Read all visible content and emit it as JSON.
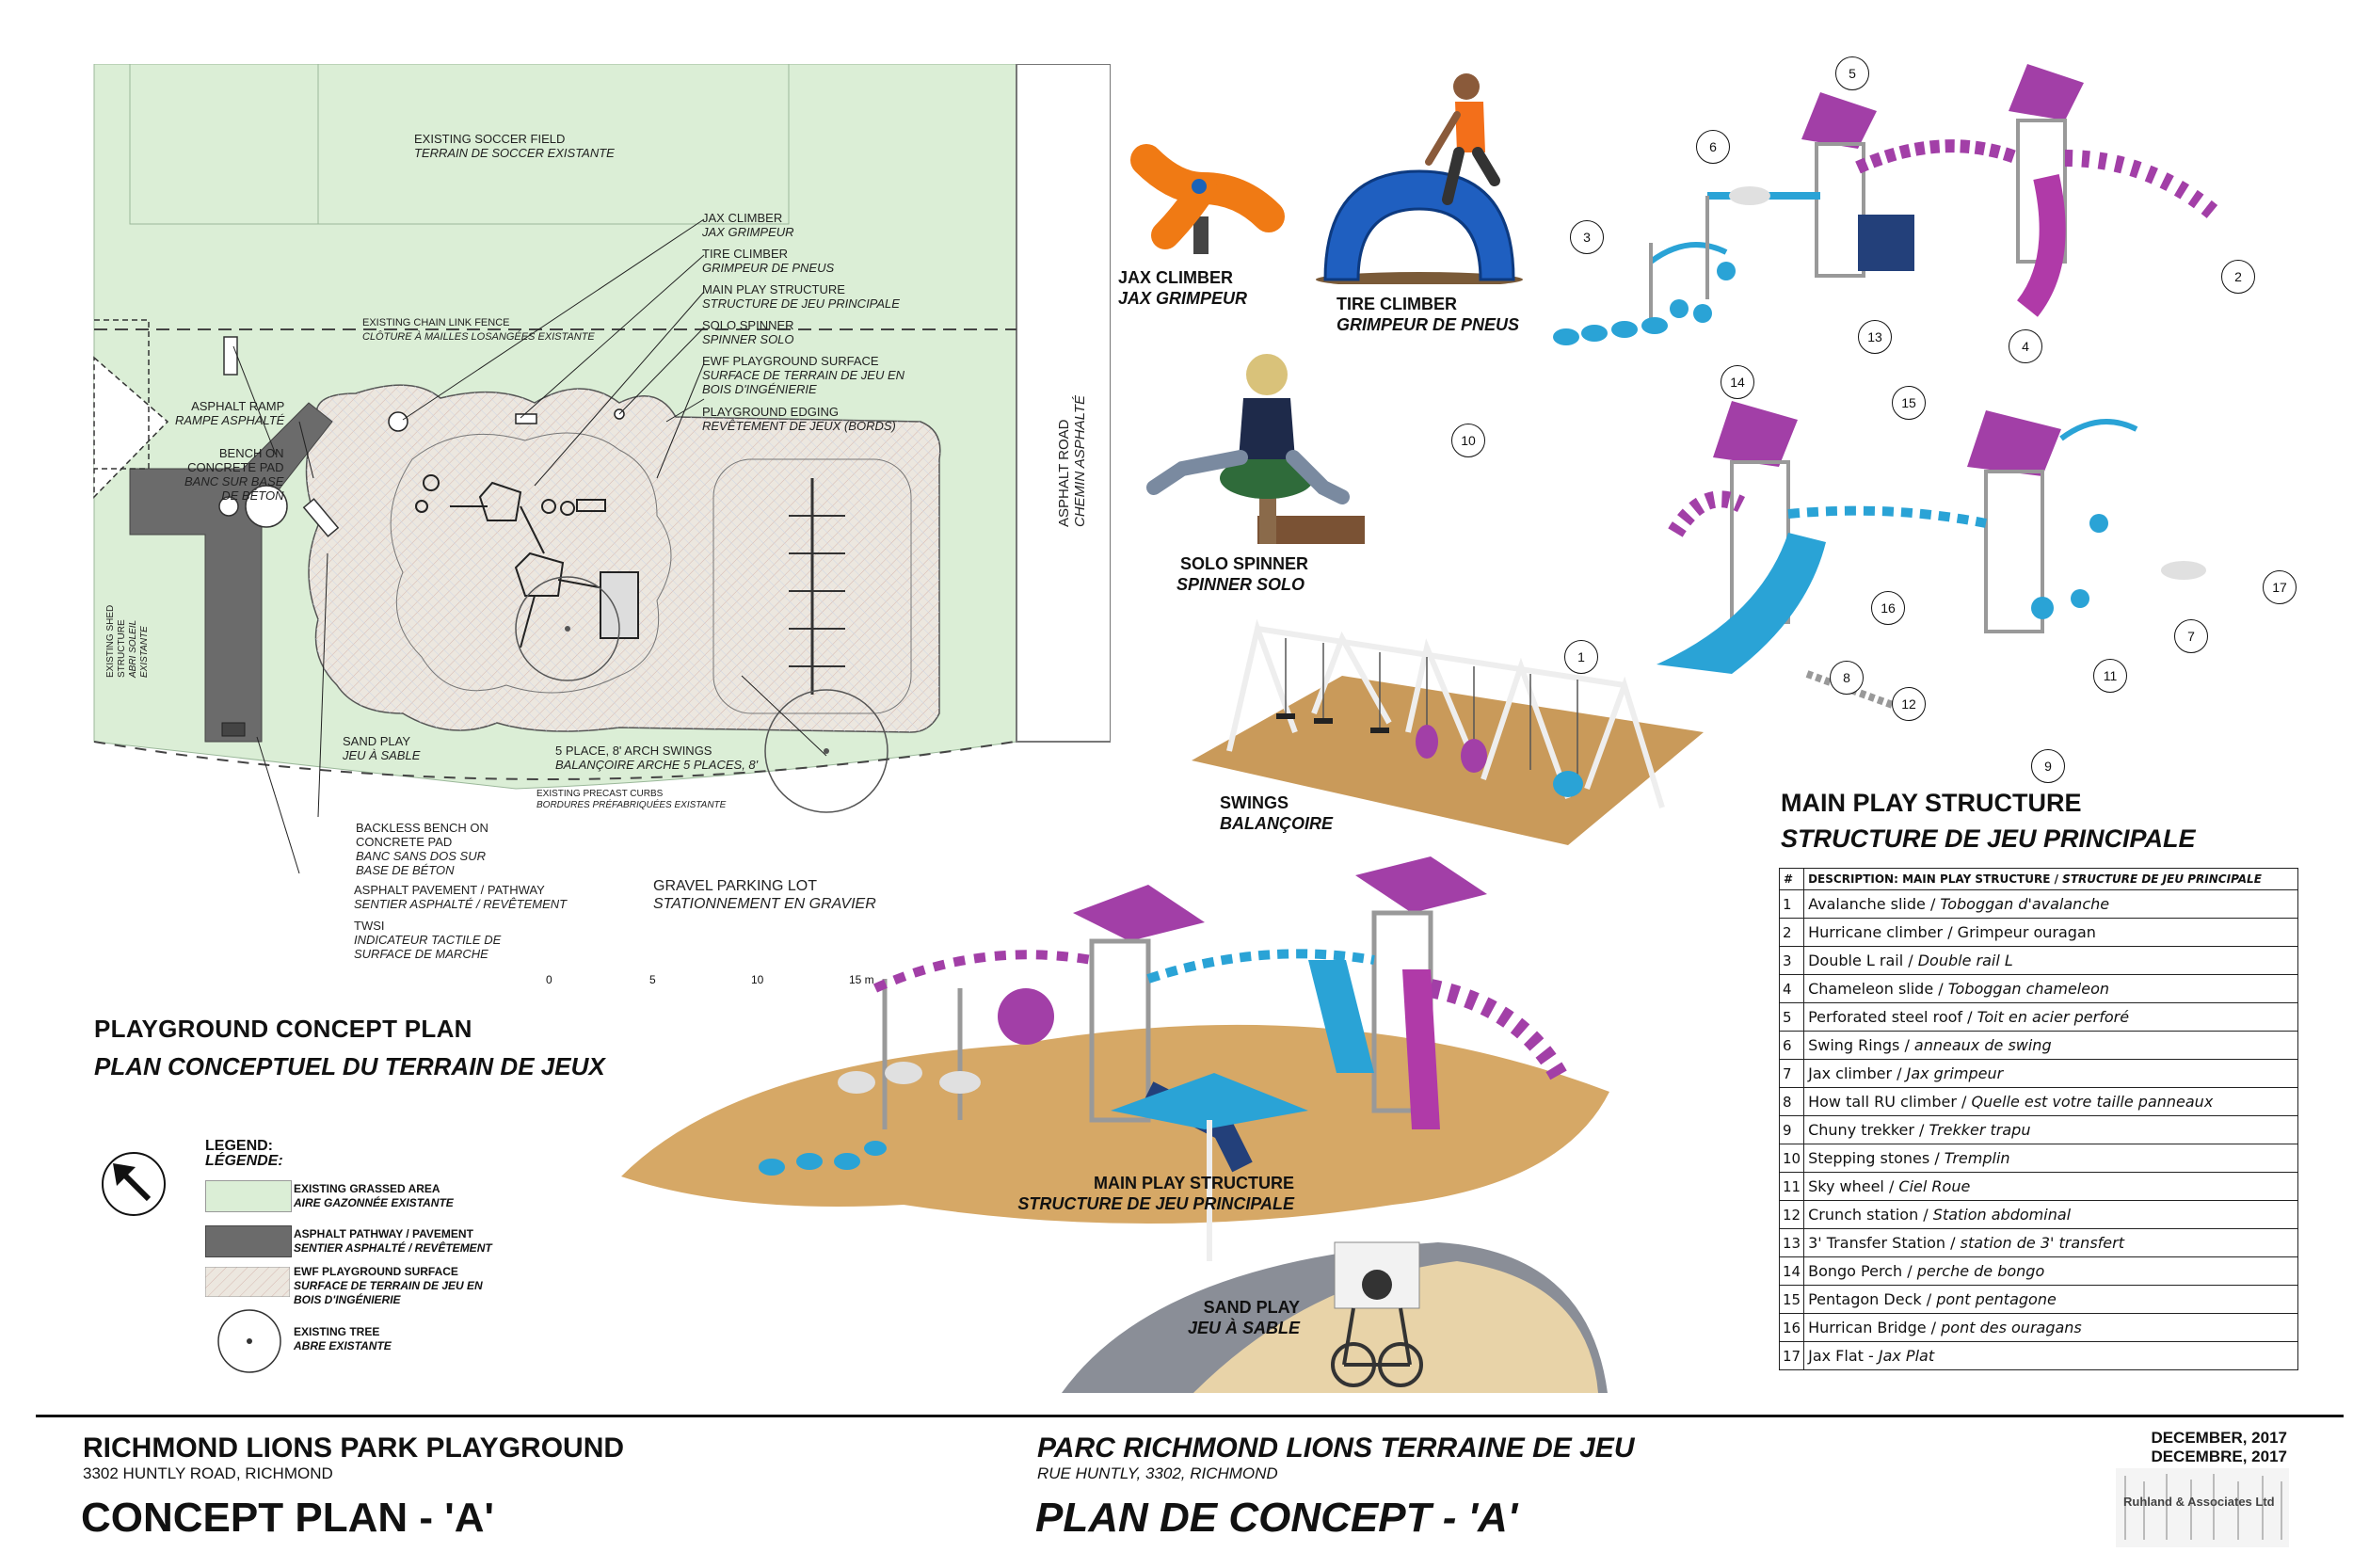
{
  "site_plan": {
    "soccer_field": {
      "en": "EXISTING SOCCER FIELD",
      "fr": "TERRAIN DE SOCCER EXISTANTE"
    },
    "chain_link_fence": {
      "en": "EXISTING CHAIN LINK FENCE",
      "fr": "CLÔTURE À MAILLES LOSANGÉES EXISTANTE"
    },
    "jax_climber": {
      "en": "JAX CLIMBER",
      "fr": "JAX GRIMPEUR"
    },
    "tire_climber": {
      "en": "TIRE CLIMBER",
      "fr": "GRIMPEUR DE PNEUS"
    },
    "main_play_structure": {
      "en": "MAIN PLAY STRUCTURE",
      "fr": "STRUCTURE DE JEU PRINCIPALE"
    },
    "solo_spinner": {
      "en": "SOLO SPINNER",
      "fr": "SPINNER SOLO"
    },
    "ewf_surface": {
      "en": "EWF PLAYGROUND SURFACE",
      "fr1": "SURFACE DE TERRAIN DE JEU EN",
      "fr2": "BOIS D'INGÉNIERIE"
    },
    "edging": {
      "en": "PLAYGROUND EDGING",
      "fr": "REVÊTEMENT DE JEUX (BORDS)"
    },
    "asphalt_ramp": {
      "en": "ASPHALT RAMP",
      "fr": "RAMPE ASPHALTÉ"
    },
    "bench": {
      "en1": "BENCH ON",
      "en2": "CONCRETE PAD",
      "fr1": "BANC SUR BASE",
      "fr2": "DE BÉTON"
    },
    "shed": {
      "en": "EXISTING SHED",
      "en2": "STRUCTURE",
      "fr": "ABRI SOLEIL",
      "fr2": "EXISTANTE"
    },
    "asphalt_road": {
      "en": "ASPHALT ROAD",
      "fr": "CHEMIN ASPHALTÉ"
    },
    "sand_play": {
      "en": "SAND PLAY",
      "fr": "JEU À SABLE"
    },
    "swings": {
      "en": "5 PLACE, 8' ARCH SWINGS",
      "fr": "BALANÇOIRE ARCHE 5 PLACES, 8'"
    },
    "precast_curbs": {
      "en": "EXISTING PRECAST CURBS",
      "fr": "BORDURES PRÉFABRIQUÉES EXISTANTE"
    },
    "backless_bench": {
      "en1": "BACKLESS BENCH ON",
      "en2": "CONCRETE PAD",
      "fr1": "BANC SANS DOS SUR",
      "fr2": "BASE DE BÉTON"
    },
    "gravel_lot": {
      "en": "GRAVEL PARKING LOT",
      "fr": "STATIONNEMENT EN GRAVIER"
    },
    "asphalt_pavement": {
      "en": "ASPHALT PAVEMENT / PATHWAY",
      "fr": "SENTIER ASPHALTÉ / REVÊTEMENT"
    },
    "twsi": {
      "en": "TWSI",
      "fr1": "INDICATEUR TACTILE DE",
      "fr2": "SURFACE DE MARCHE"
    },
    "scale": {
      "t0": "0",
      "t1": "5",
      "t2": "10",
      "t3": "15 m"
    }
  },
  "plan_title": {
    "en": "PLAYGROUND CONCEPT PLAN",
    "fr": "PLAN CONCEPTUEL DU TERRAIN DE JEUX"
  },
  "legend": {
    "title_en": "LEGEND:",
    "title_fr": "LÉGENDE:",
    "items": [
      {
        "en": "EXISTING GRASSED AREA",
        "fr": "AIRE GAZONNÉE EXISTANTE",
        "color": "#dbeed6"
      },
      {
        "en": "ASPHALT PATHWAY / PAVEMENT",
        "fr": "SENTIER ASPHALTÉ / REVÊTEMENT",
        "color": "#6b6b6b"
      },
      {
        "en": "EWF PLAYGROUND SURFACE",
        "fr": "SURFACE DE TERRAIN DE JEU EN",
        "fr2": "BOIS D'INGÉNIERIE",
        "color": "#e9e4dc"
      },
      {
        "en": "EXISTING TREE",
        "fr": "ABRE EXISTANTE"
      }
    ]
  },
  "components": {
    "jax": {
      "en": "JAX CLIMBER",
      "fr": "JAX GRIMPEUR"
    },
    "tire": {
      "en": "TIRE CLIMBER",
      "fr": "GRIMPEUR DE PNEUS"
    },
    "spinner": {
      "en": "SOLO SPINNER",
      "fr": "SPINNER SOLO"
    },
    "swings": {
      "en": "SWINGS",
      "fr": "BALANÇOIRE"
    },
    "main": {
      "en": "MAIN PLAY STRUCTURE",
      "fr": "STRUCTURE DE JEU PRINCIPALE"
    },
    "sand": {
      "en": "SAND PLAY",
      "fr": "JEU À SABLE"
    }
  },
  "structure_heading": {
    "en": "MAIN PLAY STRUCTURE",
    "fr": "STRUCTURE DE JEU PRINCIPALE"
  },
  "callouts": [
    "1",
    "2",
    "3",
    "4",
    "5",
    "6",
    "7",
    "8",
    "9",
    "10",
    "11",
    "12",
    "13",
    "14",
    "15",
    "16",
    "17"
  ],
  "table": {
    "head_num": "#",
    "head_desc": "DESCRIPTION: MAIN PLAY STRUCTURE / ",
    "head_desc_fr": "STRUCTURE DE JEU PRINCIPALE",
    "rows": [
      {
        "n": "1",
        "en": "Avalanche slide / ",
        "fr": "Toboggan d'avalanche"
      },
      {
        "n": "2",
        "en": "Hurricane climber / Grimpeur ouragan",
        "fr": ""
      },
      {
        "n": "3",
        "en": "Double L rail  / ",
        "fr": "Double rail L"
      },
      {
        "n": "4",
        "en": "Chameleon slide / ",
        "fr": "Toboggan chameleon"
      },
      {
        "n": "5",
        "en": "Perforated steel roof / ",
        "fr": "Toit en acier perforé"
      },
      {
        "n": "6",
        "en": "Swing Rings / ",
        "fr": "anneaux de swing"
      },
      {
        "n": "7",
        "en": "Jax climber / ",
        "fr": "Jax grimpeur"
      },
      {
        "n": "8",
        "en": "How tall RU climber / ",
        "fr": "Quelle est votre taille panneaux"
      },
      {
        "n": "9",
        "en": "Chuny trekker / ",
        "fr": "Trekker trapu"
      },
      {
        "n": "10",
        "en": "Stepping stones / ",
        "fr": "Tremplin"
      },
      {
        "n": "11",
        "en": "Sky wheel / ",
        "fr": "Ciel Roue"
      },
      {
        "n": "12",
        "en": "Crunch station / ",
        "fr": "Station abdominal"
      },
      {
        "n": "13",
        "en": "3' Transfer Station / ",
        "fr": "station de 3' transfert"
      },
      {
        "n": "14",
        "en": "Bongo Perch / ",
        "fr": "perche de bongo"
      },
      {
        "n": "15",
        "en": "Pentagon Deck / ",
        "fr": "pont pentagone"
      },
      {
        "n": "16",
        "en": "Hurrican Bridge / ",
        "fr": "pont des ouragans"
      },
      {
        "n": "17",
        "en": "Jax Flat - ",
        "fr": "Jax Plat"
      }
    ]
  },
  "title_block": {
    "project_en": "RICHMOND LIONS PARK PLAYGROUND",
    "address_en": "3302 HUNTLY ROAD, RICHMOND",
    "plan_en": "CONCEPT PLAN - 'A'",
    "project_fr": "PARC RICHMOND LIONS TERRAINE DE JEU",
    "address_fr": "RUE HUNTLY, 3302, RICHMOND",
    "plan_fr": "PLAN DE CONCEPT - 'A'",
    "date_en": "DECEMBER, 2017",
    "date_fr": "DECEMBRE, 2017",
    "firm": "Ruhland & Associates Ltd"
  },
  "colors": {
    "grass": "#dbeed6",
    "asphalt": "#6b6b6b",
    "ewf": "#e9e4dc",
    "sand": "#d6a866",
    "blue": "#2aa3d6",
    "purple": "#a23fa7"
  }
}
